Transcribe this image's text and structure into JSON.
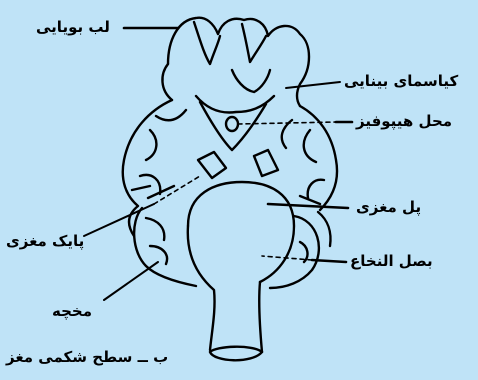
{
  "background_color": "#bfe3f7",
  "line_color": "#000000",
  "labels": {
    "olfactory_bulb": "لب بویایی",
    "optic_chiasm": "کیاسمای بینایی",
    "pituitary_site": "محل هیپوفیز",
    "pons": "پل مغزی",
    "cerebral_peduncle": "پایک مغزی",
    "medulla": "بصل النخاع",
    "cerebellum": "مخچه",
    "caption": "ب ــ سطح شکمی مغز"
  }
}
